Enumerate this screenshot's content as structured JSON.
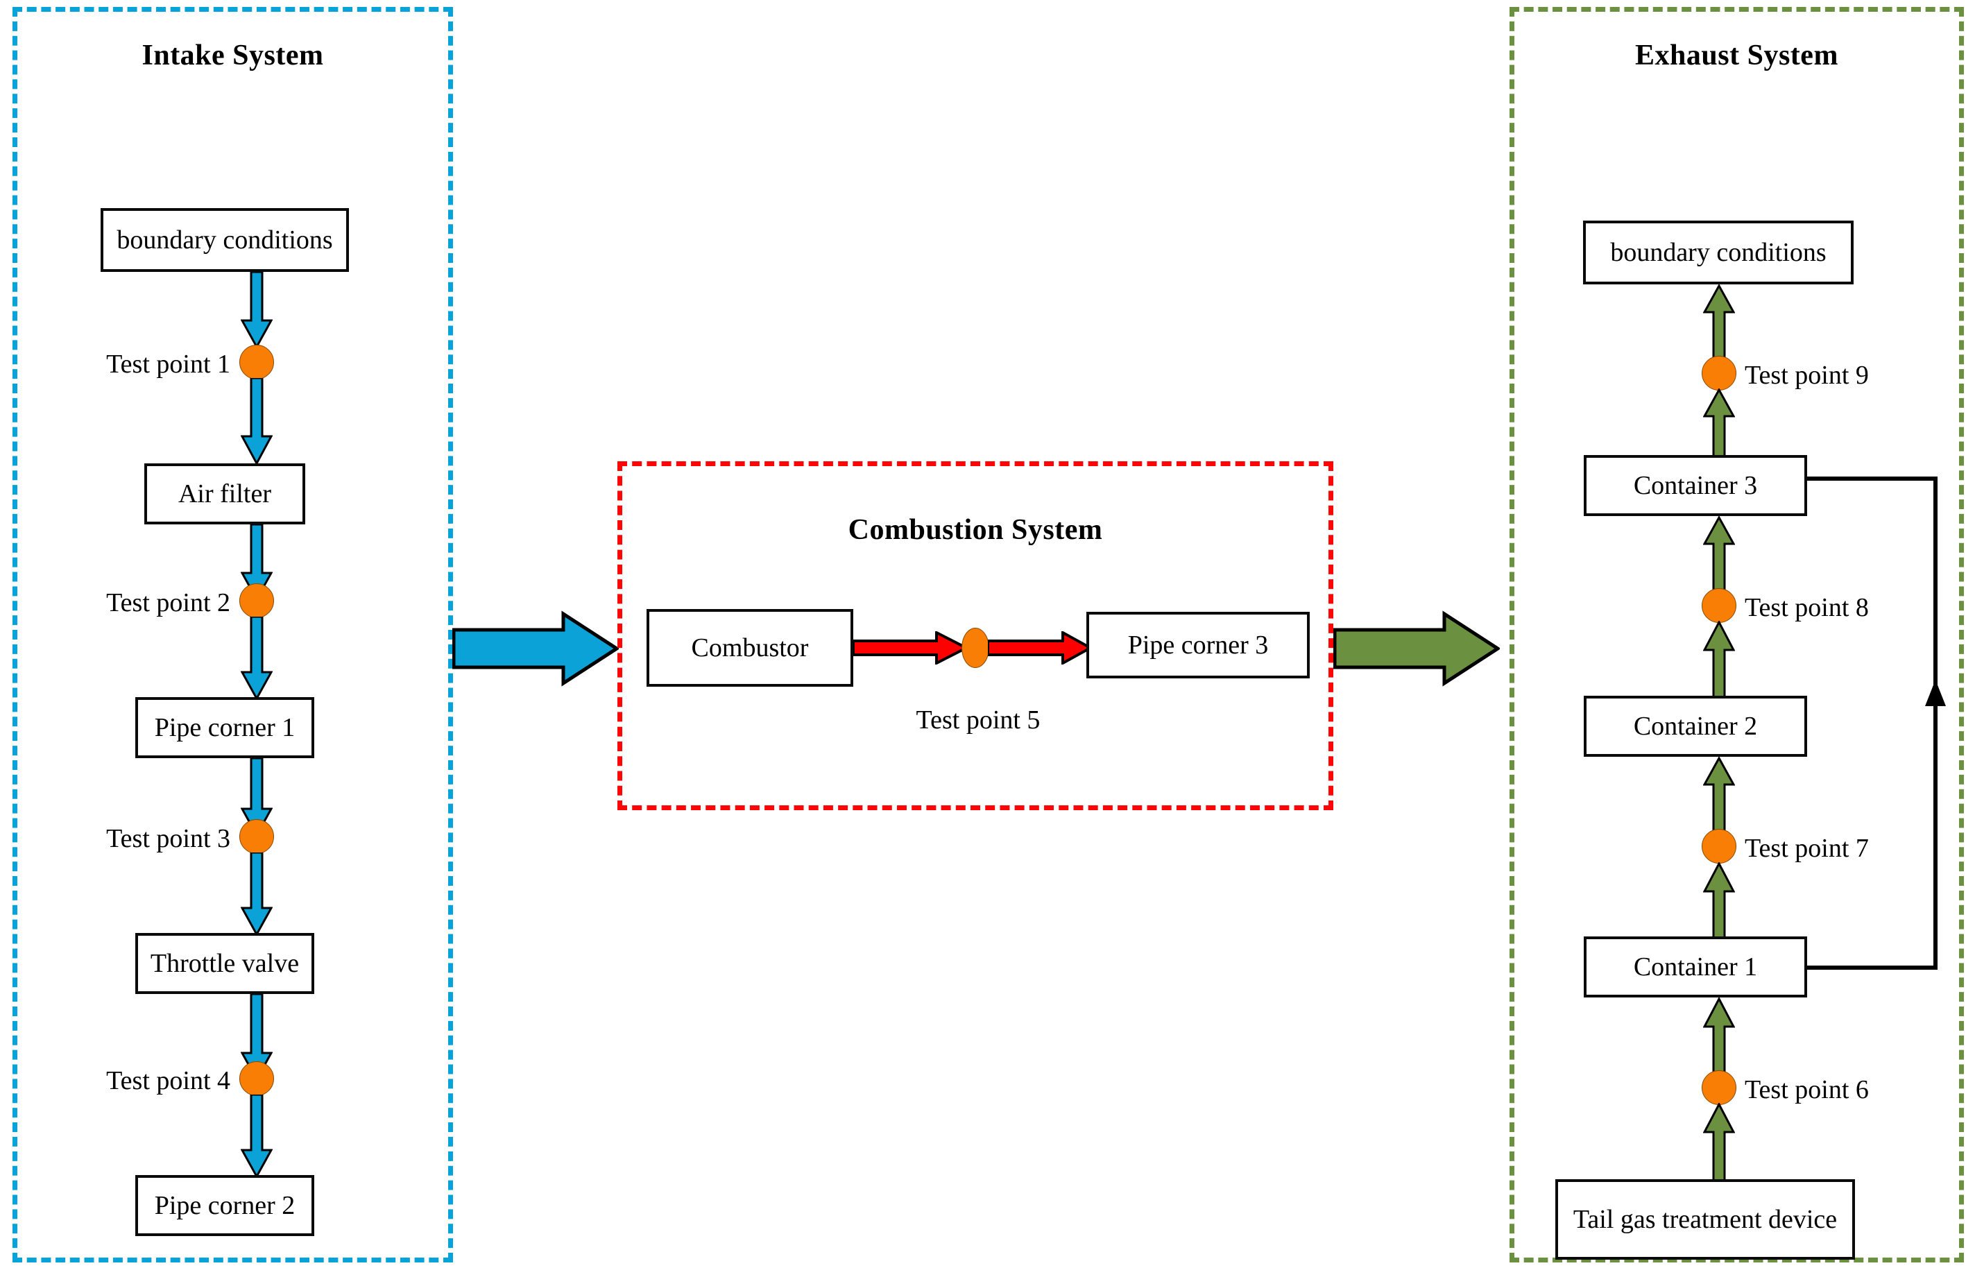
{
  "diagram": {
    "title_intake": "Intake System",
    "title_combustion": "Combustion System",
    "title_exhaust": "Exhaust System",
    "colors": {
      "intake_border": "#06A3DB",
      "combustion_border": "#FF0505",
      "exhaust_border": "#6B9140",
      "intake_flow": "#0BA2D8",
      "combustion_flow": "#FF0000",
      "exhaust_flow": "#6B9140",
      "test_point": "#F97E05",
      "box_outline": "#0A0A0A"
    }
  },
  "intake": {
    "nodes": [
      {
        "label": "boundary conditions"
      },
      {
        "label": "Air filter"
      },
      {
        "label": "Pipe corner 1"
      },
      {
        "label": "Throttle valve"
      },
      {
        "label": "Pipe corner 2"
      }
    ],
    "test_points": [
      {
        "label": "Test point 1"
      },
      {
        "label": "Test point 2"
      },
      {
        "label": "Test point 3"
      },
      {
        "label": "Test point 4"
      }
    ]
  },
  "combustion": {
    "nodes": [
      {
        "label": "Combustor"
      },
      {
        "label": "Pipe corner 3"
      }
    ],
    "test_points": [
      {
        "label": "Test point 5"
      }
    ]
  },
  "exhaust": {
    "nodes": [
      {
        "label": "boundary conditions"
      },
      {
        "label": "Container 3"
      },
      {
        "label": "Container 2"
      },
      {
        "label": "Container 1"
      },
      {
        "label": "Tail gas treatment device"
      }
    ],
    "test_points": [
      {
        "label": "Test point 9"
      },
      {
        "label": "Test point 8"
      },
      {
        "label": "Test point 7"
      },
      {
        "label": "Test point 6"
      }
    ]
  },
  "icons": {
    "intake_transfer": "block-arrow-right-blue",
    "exhaust_transfer": "block-arrow-right-green",
    "bypass": "bypass-pipeline-arrow-up"
  }
}
